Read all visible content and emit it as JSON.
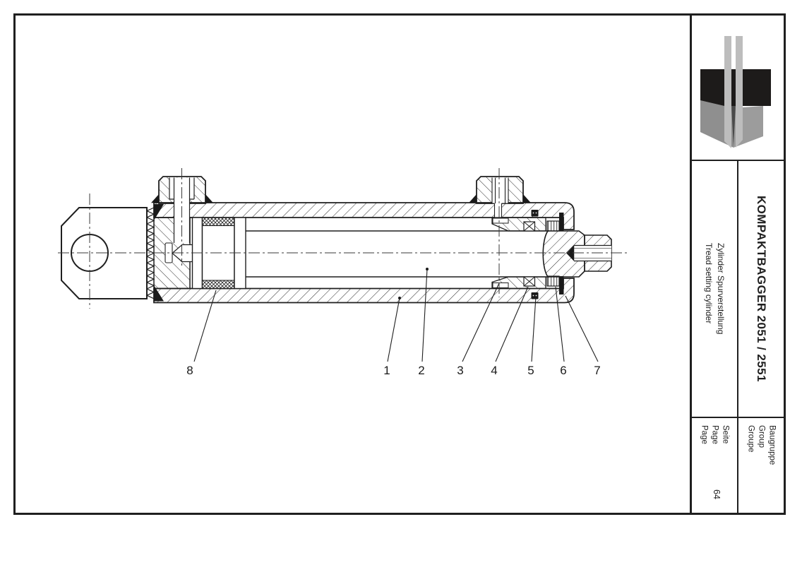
{
  "titleblock": {
    "model": "KOMPAKTBAGGER 2051 / 2551",
    "subtitle_lines": [
      "Zylinder Spurverstellung",
      "Tread setting cylinder"
    ],
    "group_labels": [
      "Baugruppe",
      "Group",
      "Groupe"
    ],
    "page_labels": [
      "Seite",
      "Page",
      "Page"
    ],
    "page_number": "64",
    "logo_icon": "brand-mark"
  },
  "drawing": {
    "callouts": [
      "1",
      "2",
      "3",
      "4",
      "5",
      "6",
      "7",
      "8"
    ]
  },
  "colors": {
    "line": "#1f1f1f",
    "logo_black": "#1d1b1a",
    "logo_gray_left": "#8f8f8f",
    "logo_gray_right": "#9c9c9c",
    "logo_bars": "#bdbdbd"
  }
}
